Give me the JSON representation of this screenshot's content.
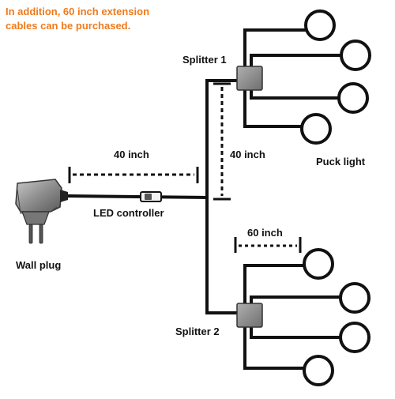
{
  "note": {
    "line1": "In addition, 60 inch extension",
    "line2": "cables can be purchased."
  },
  "labels": {
    "splitter1": "Splitter 1",
    "splitter2": "Splitter 2",
    "puck_light": "Puck light",
    "led_controller": "LED controller",
    "wall_plug": "Wall plug",
    "dim_horizontal_40": "40 inch",
    "dim_vertical_40": "40 inch",
    "dim_60": "60 inch"
  },
  "colors": {
    "note": "#f07a1c",
    "line": "#111111",
    "ring_fill": "#ffffff",
    "splitter": "#8a8a8a",
    "plug_body": "#9a9a9a"
  },
  "icons": {
    "plug": "wall-plug-adapter-icon",
    "controller": "inline-switch-icon",
    "splitter": "splitter-box-icon",
    "puck": "ring-light-icon"
  }
}
